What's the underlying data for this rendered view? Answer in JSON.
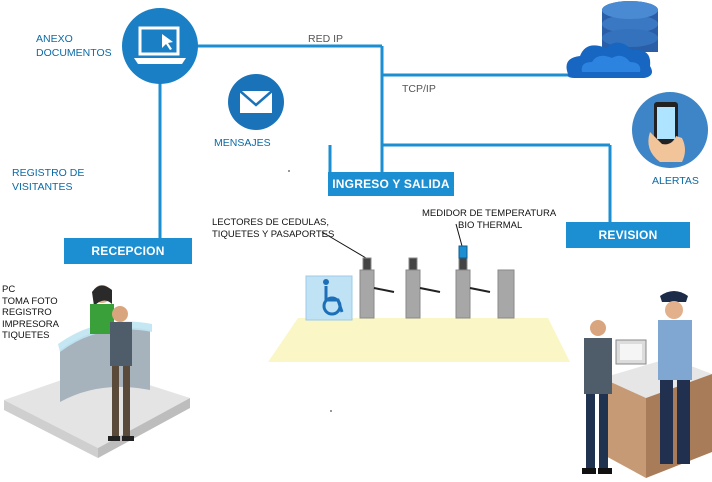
{
  "labels": {
    "anexo_documentos": [
      "ANEXO",
      "DOCUMENTOS"
    ],
    "red_ip": "RED IP",
    "tcp_ip": "TCP/IP",
    "mensajes": "MENSAJES",
    "registro_visitantes": [
      "REGISTRO DE",
      "VISITANTES"
    ],
    "alertas": "ALERTAS",
    "lectores": [
      "LECTORES DE CEDULAS,",
      "TIQUETES  Y PASAPORTES"
    ],
    "medidor": [
      "MEDIDOR DE TEMPERATURA",
      "BIO THERMAL"
    ],
    "recepcion_items": [
      "PC",
      "TOMA FOTO",
      "REGISTRO",
      "IMPRESORA",
      "TIQUETES"
    ]
  },
  "boxes": {
    "recepcion": "RECEPCION",
    "ingreso_salida": "INGRESO Y SALIDA",
    "revision": "REVISION"
  },
  "icons": {
    "laptop": "laptop-icon",
    "mail": "envelope-icon",
    "cloud_db": "cloud-database-icon",
    "phone": "smartphone-icon",
    "accessible": "wheelchair-icon"
  },
  "colors": {
    "line": "#1b8fd2",
    "box": "#1b8fd2",
    "label_text": "#0a6aa6",
    "floor": "#fbf6c6"
  }
}
